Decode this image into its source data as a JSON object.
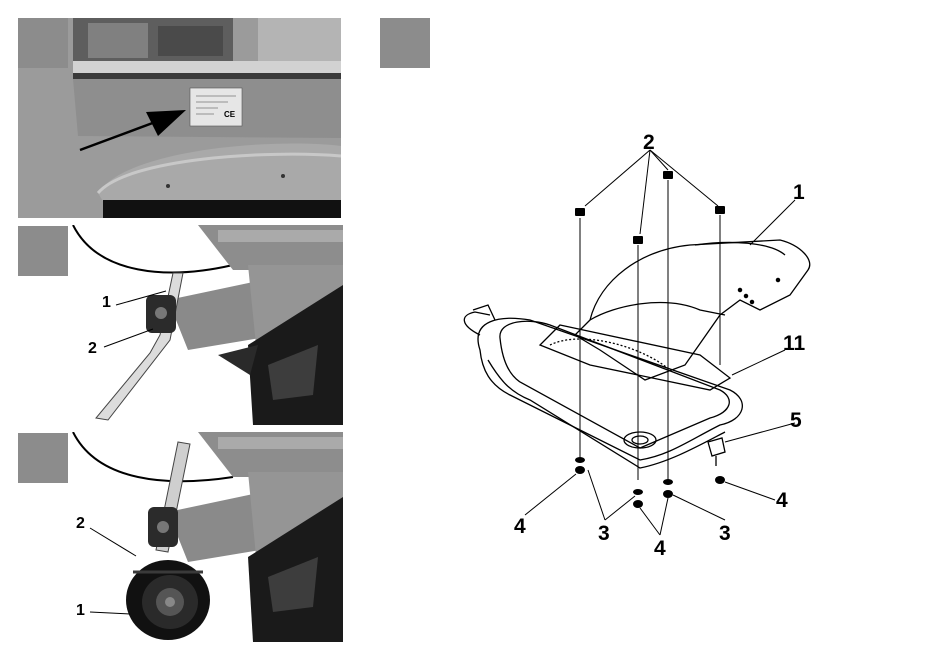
{
  "photos": {
    "photo1": {
      "plate": {
        "ce_mark": "CE"
      }
    },
    "photo2": {
      "labels": [
        {
          "text": "1"
        },
        {
          "text": "2"
        }
      ]
    },
    "photo3": {
      "labels": [
        {
          "text": "2"
        },
        {
          "text": "1"
        }
      ]
    }
  },
  "diagram": {
    "labels": [
      {
        "id": "top-2",
        "text": "2"
      },
      {
        "id": "guard",
        "text": "1"
      },
      {
        "id": "plate",
        "text": "11"
      },
      {
        "id": "clip",
        "text": "5"
      },
      {
        "id": "nut-left",
        "text": "4"
      },
      {
        "id": "washer-left",
        "text": "3"
      },
      {
        "id": "nut-mid",
        "text": "4"
      },
      {
        "id": "washer-right",
        "text": "3"
      },
      {
        "id": "nut-right",
        "text": "4"
      }
    ]
  }
}
